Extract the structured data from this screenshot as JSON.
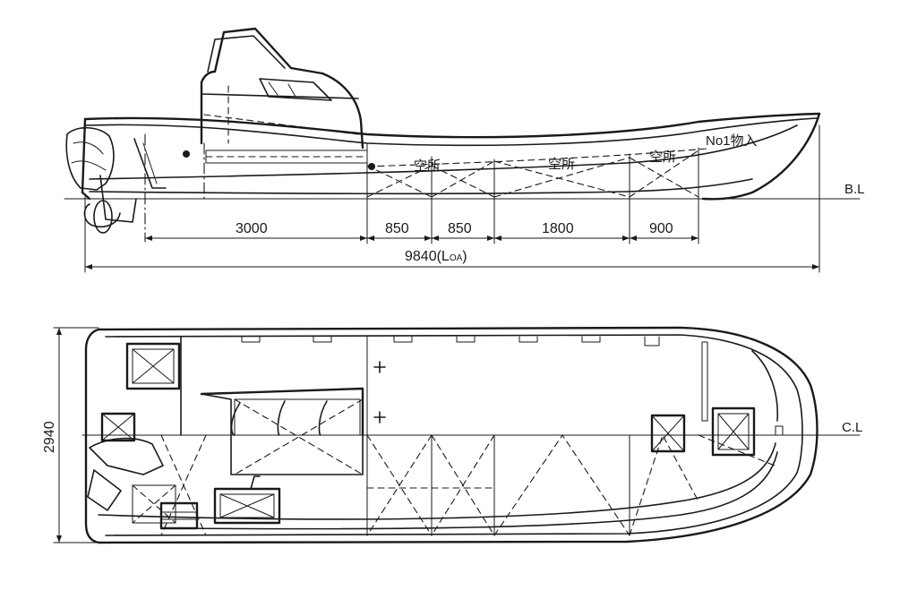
{
  "side_view": {
    "baseline_label": "B.L",
    "dimensions": [
      "3000",
      "850",
      "850",
      "1800",
      "900"
    ],
    "overall_length": "9840(L",
    "overall_length_sub": "OA",
    "overall_length_close": ")",
    "compartments": [
      "空所",
      "空所",
      "空所"
    ],
    "hold_label": "No1物入"
  },
  "plan_view": {
    "centerline_label": "C.L",
    "beam": "2940"
  }
}
